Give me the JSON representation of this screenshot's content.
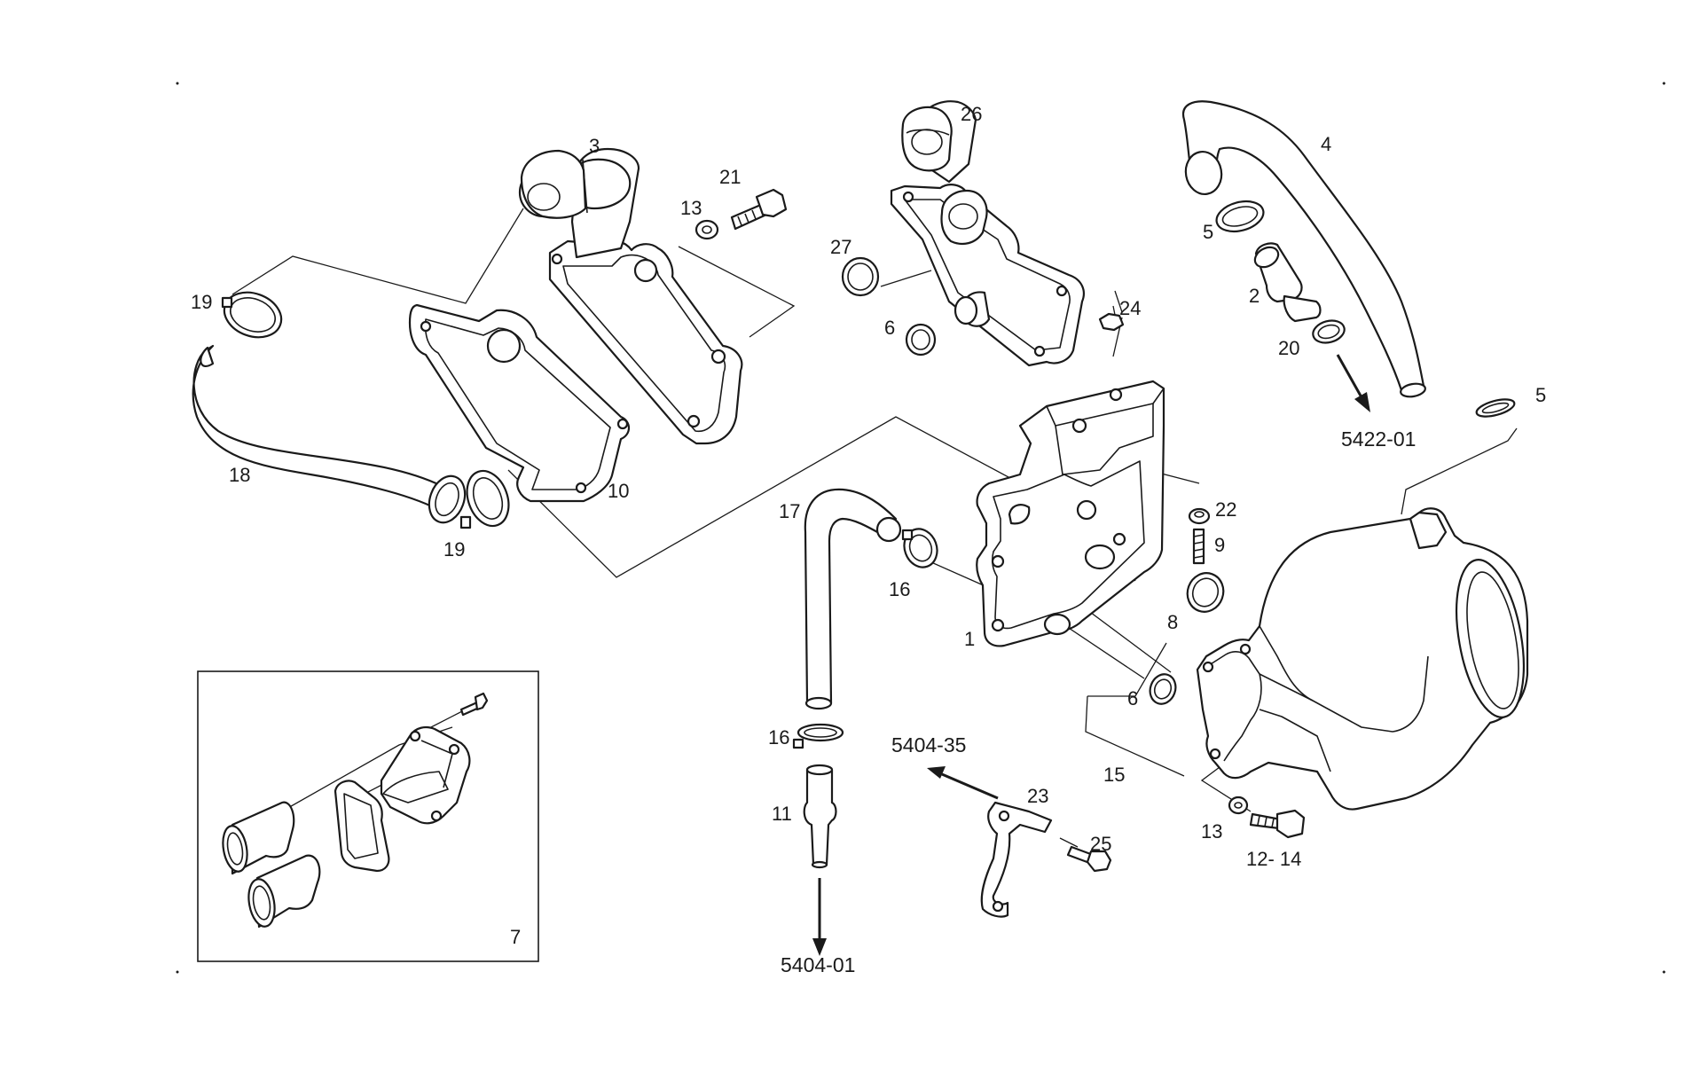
{
  "callouts": {
    "c1": "1",
    "c2": "2",
    "c3": "3",
    "c4": "4",
    "c5a": "5",
    "c5b": "5",
    "c6a": "6",
    "c6b": "6",
    "c7": "7",
    "c8": "8",
    "c9": "9",
    "c10": "10",
    "c11": "11",
    "c12_14": "12- 14",
    "c13a": "13",
    "c13b": "13",
    "c15": "15",
    "c16a": "16",
    "c16b": "16",
    "c17": "17",
    "c18": "18",
    "c19a": "19",
    "c19b": "19",
    "c20": "20",
    "c21": "21",
    "c22": "22",
    "c23": "23",
    "c24": "24",
    "c25": "25",
    "c26": "26",
    "c27": "27"
  },
  "references": {
    "ref_5422_01": "5422-01",
    "ref_5404_35": "5404-35",
    "ref_5404_01": "5404-01"
  },
  "colors": {
    "line": "#1a1a1a",
    "background": "#ffffff"
  }
}
